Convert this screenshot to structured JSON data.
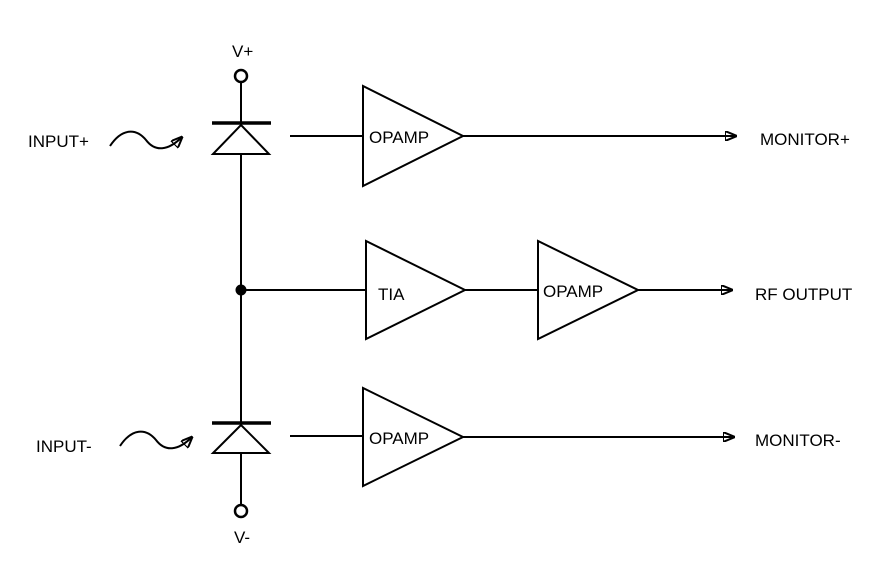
{
  "diagram": {
    "supply": {
      "positive": "V+",
      "negative": "V-"
    },
    "inputs": {
      "positive": "INPUT+",
      "negative": "INPUT-"
    },
    "amplifiers": {
      "top_opamp": "OPAMP",
      "tia": "TIA",
      "middle_opamp": "OPAMP",
      "bottom_opamp": "OPAMP"
    },
    "outputs": {
      "monitor_positive": "MONITOR+",
      "rf_output": "RF OUTPUT",
      "monitor_negative": "MONITOR-"
    },
    "line_color": "#000000",
    "icons": [
      "wave-arrow-icon",
      "photodiode-icon",
      "terminal-icon",
      "arrowhead-icon",
      "junction-dot-icon"
    ]
  }
}
